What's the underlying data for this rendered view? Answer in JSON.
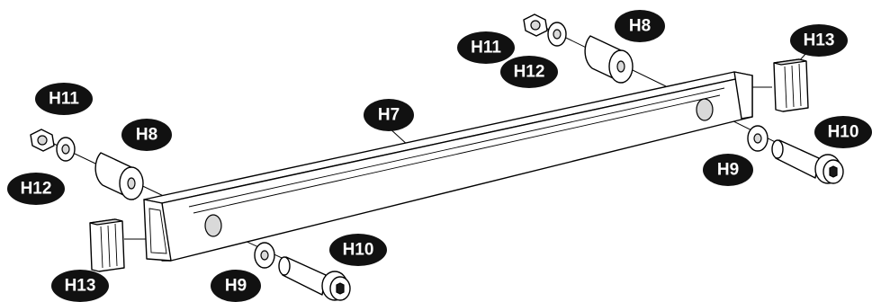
{
  "labels": {
    "h7": "H7",
    "h8_left": "H8",
    "h8_right": "H8",
    "h9_left": "H9",
    "h9_right": "H9",
    "h10_left": "H10",
    "h10_right": "H10",
    "h11_left": "H11",
    "h11_right": "H11",
    "h12_left": "H12",
    "h12_right": "H12",
    "h13_left": "H13",
    "h13_right": "H13"
  },
  "colors": {
    "badge": "#111111",
    "badge_text": "#ffffff",
    "line": "#000000"
  }
}
